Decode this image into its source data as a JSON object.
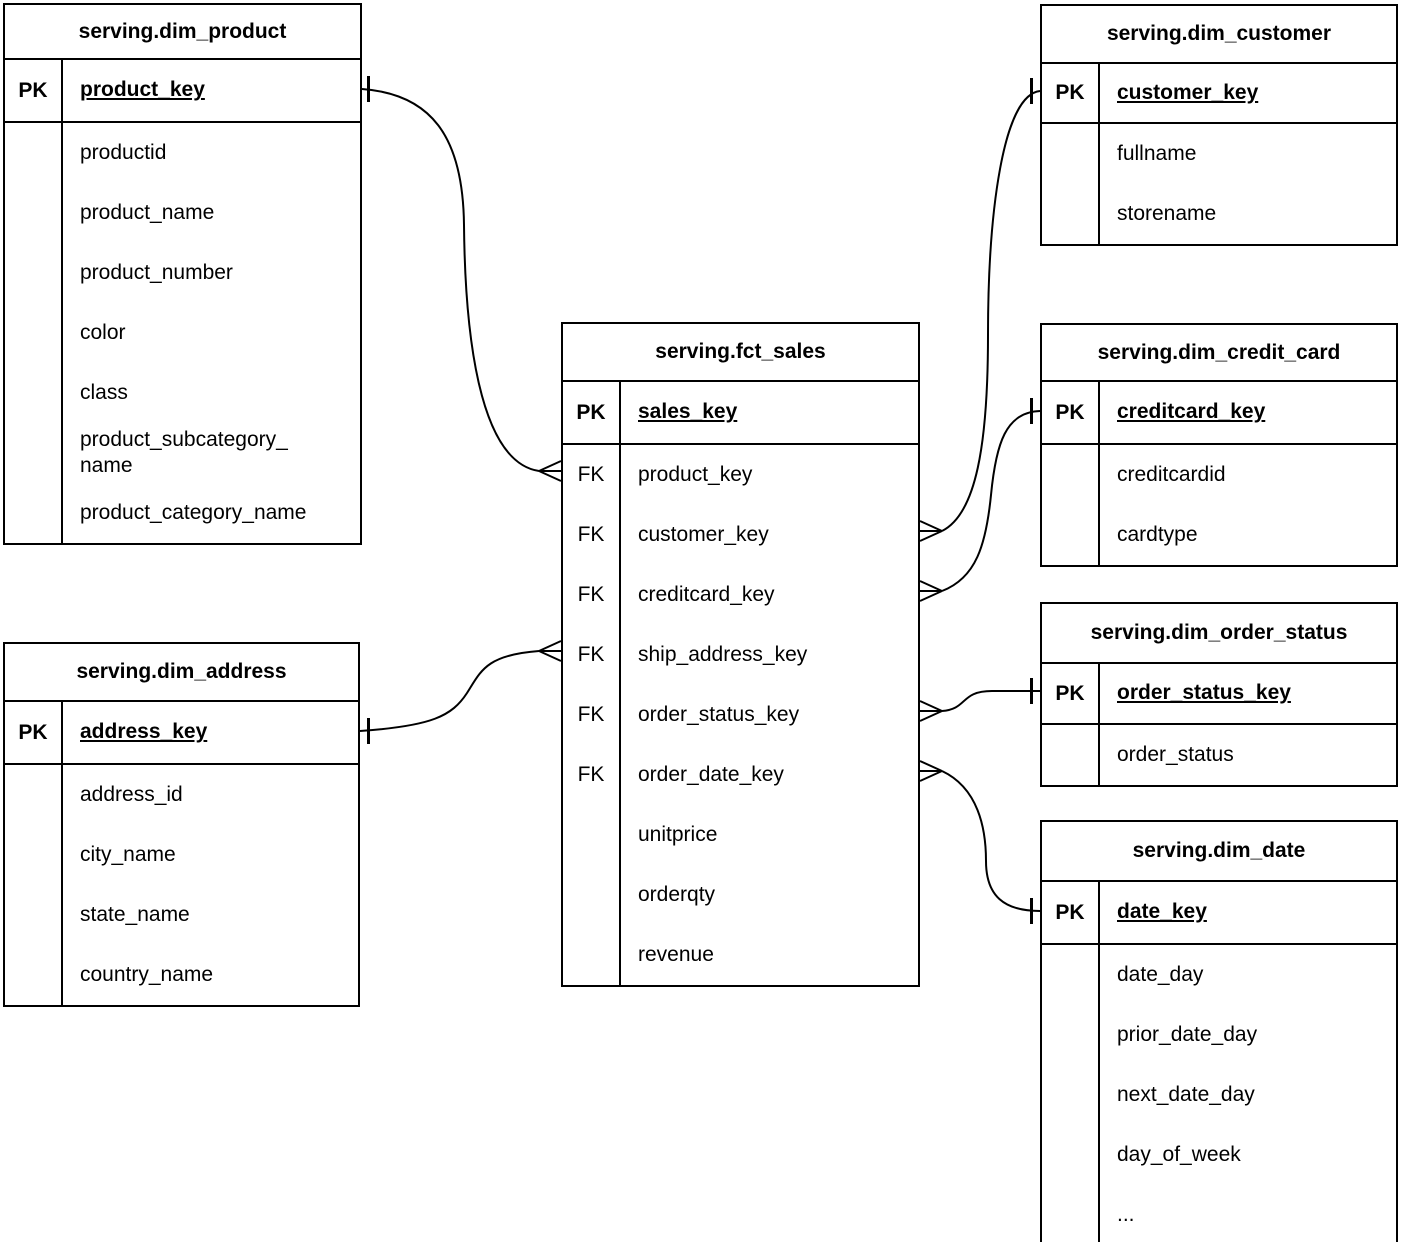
{
  "tables": [
    {
      "id": "dim_product",
      "title": "serving.dim_product",
      "rows": [
        {
          "key": "PK",
          "field": "product_key",
          "pk": true
        },
        {
          "key": "",
          "field": "productid"
        },
        {
          "key": "",
          "field": "product_name"
        },
        {
          "key": "",
          "field": "product_number"
        },
        {
          "key": "",
          "field": "color"
        },
        {
          "key": "",
          "field": "class"
        },
        {
          "key": "",
          "field": "product_subcategory_\nname"
        },
        {
          "key": "",
          "field": "product_category_name"
        }
      ]
    },
    {
      "id": "dim_customer",
      "title": "serving.dim_customer",
      "rows": [
        {
          "key": "PK",
          "field": "customer_key",
          "pk": true
        },
        {
          "key": "",
          "field": "fullname"
        },
        {
          "key": "",
          "field": "storename"
        }
      ]
    },
    {
      "id": "fct_sales",
      "title": "serving.fct_sales",
      "rows": [
        {
          "key": "PK",
          "field": "sales_key",
          "pk": true
        },
        {
          "key": "FK",
          "field": "product_key"
        },
        {
          "key": "FK",
          "field": "customer_key"
        },
        {
          "key": "FK",
          "field": "creditcard_key"
        },
        {
          "key": "FK",
          "field": "ship_address_key"
        },
        {
          "key": "FK",
          "field": "order_status_key"
        },
        {
          "key": "FK",
          "field": "order_date_key"
        },
        {
          "key": "",
          "field": "unitprice"
        },
        {
          "key": "",
          "field": "orderqty"
        },
        {
          "key": "",
          "field": "revenue"
        }
      ]
    },
    {
      "id": "dim_credit_card",
      "title": "serving.dim_credit_card",
      "rows": [
        {
          "key": "PK",
          "field": "creditcard_key",
          "pk": true
        },
        {
          "key": "",
          "field": "creditcardid"
        },
        {
          "key": "",
          "field": "cardtype"
        }
      ]
    },
    {
      "id": "dim_order_status",
      "title": "serving.dim_order_status",
      "rows": [
        {
          "key": "PK",
          "field": "order_status_key",
          "pk": true
        },
        {
          "key": "",
          "field": "order_status"
        }
      ]
    },
    {
      "id": "dim_date",
      "title": "serving.dim_date",
      "rows": [
        {
          "key": "PK",
          "field": "date_key",
          "pk": true
        },
        {
          "key": "",
          "field": "date_day"
        },
        {
          "key": "",
          "field": "prior_date_day"
        },
        {
          "key": "",
          "field": "next_date_day"
        },
        {
          "key": "",
          "field": "day_of_week"
        },
        {
          "key": "",
          "field": "..."
        }
      ]
    },
    {
      "id": "dim_address",
      "title": "serving.dim_address",
      "rows": [
        {
          "key": "PK",
          "field": "address_key",
          "pk": true
        },
        {
          "key": "",
          "field": "address_id"
        },
        {
          "key": "",
          "field": "city_name"
        },
        {
          "key": "",
          "field": "state_name"
        },
        {
          "key": "",
          "field": "country_name"
        }
      ]
    }
  ],
  "relationships": [
    {
      "id": "product",
      "many_end": "serving.fct_sales.product_key",
      "one_end": "serving.dim_product.product_key",
      "notation": "crow-foot-many-to-one"
    },
    {
      "id": "customer",
      "many_end": "serving.fct_sales.customer_key",
      "one_end": "serving.dim_customer.customer_key",
      "notation": "crow-foot-many-to-one"
    },
    {
      "id": "creditcard",
      "many_end": "serving.fct_sales.creditcard_key",
      "one_end": "serving.dim_credit_card.creditcard_key",
      "notation": "crow-foot-many-to-one"
    },
    {
      "id": "ship_address",
      "many_end": "serving.fct_sales.ship_address_key",
      "one_end": "serving.dim_address.address_key",
      "notation": "crow-foot-many-to-one"
    },
    {
      "id": "order_status",
      "many_end": "serving.fct_sales.order_status_key",
      "one_end": "serving.dim_order_status.order_status_key",
      "notation": "crow-foot-many-to-one"
    },
    {
      "id": "order_date",
      "many_end": "serving.fct_sales.order_date_key",
      "one_end": "serving.dim_date.date_key",
      "notation": "crow-foot-many-to-one"
    }
  ],
  "colors": {
    "line": "#000000",
    "background": "#ffffff",
    "text": "#000000"
  }
}
